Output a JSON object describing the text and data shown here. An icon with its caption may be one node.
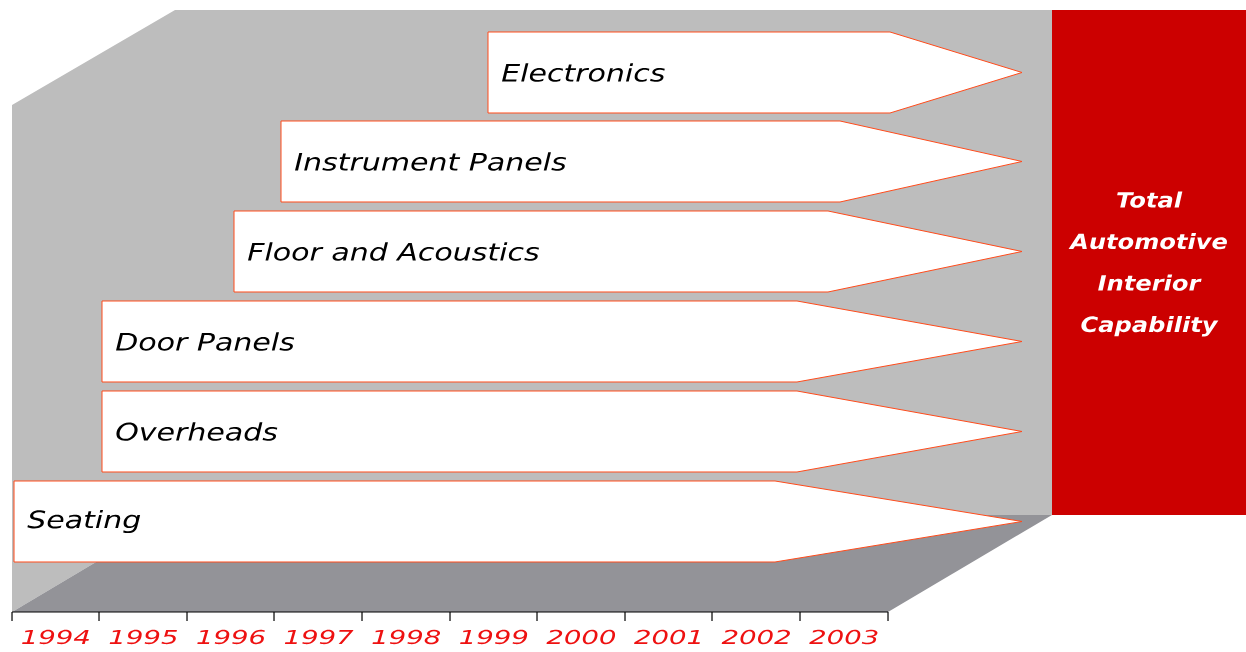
{
  "diagram": {
    "nodes": [
      {
        "text": [
          "Electronics"
        ]
      },
      {
        "text": [
          "Instrument Panels"
        ]
      },
      {
        "text": [
          "Floor and Acoustics"
        ]
      },
      {
        "text": [
          "Door Panels"
        ]
      },
      {
        "text": [
          "Overheads"
        ]
      },
      {
        "text": [
          "Seating"
        ]
      },
      {
        "text": [
          "Total Automotive Interior Capability"
        ]
      }
    ],
    "labels": [
      "1994",
      "1995",
      "1996",
      "1997",
      "1998",
      "1999",
      "2000",
      "2001",
      "2002",
      "2003"
    ]
  }
}
